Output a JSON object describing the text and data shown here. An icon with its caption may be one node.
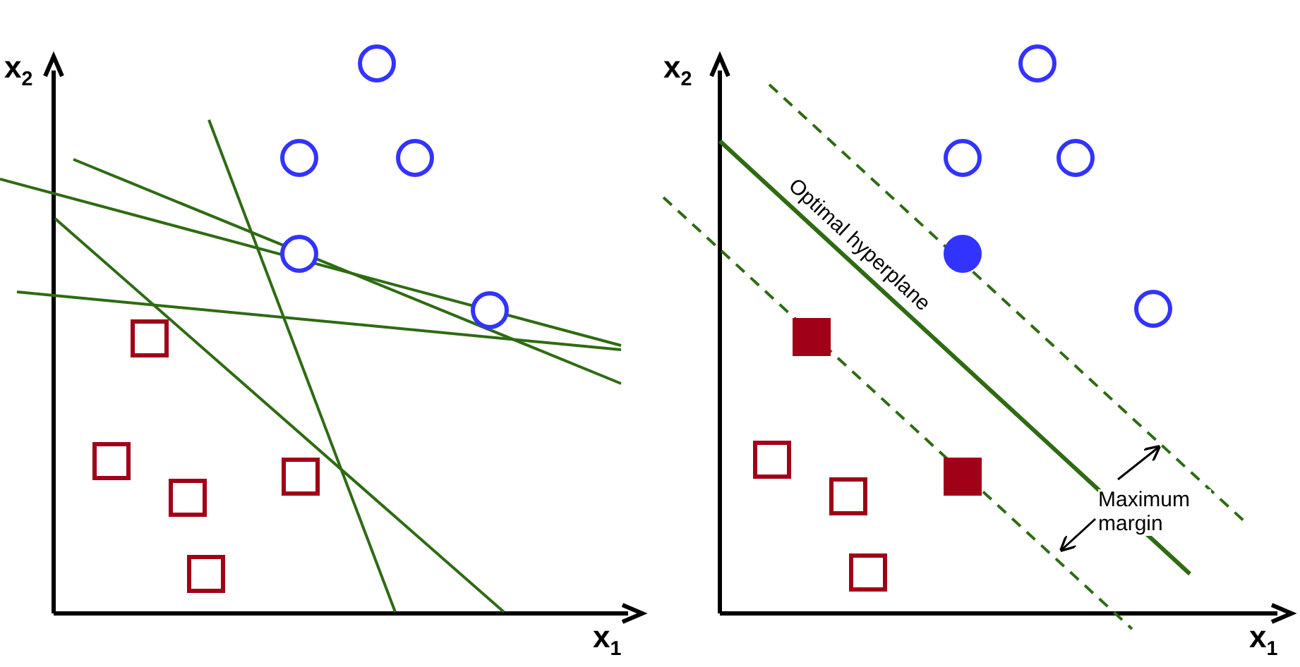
{
  "diagram": {
    "labels": [
      "x$_{2}$",
      "x$_{1}$",
      "x$_{2}$",
      "x$_{1}$",
      "Optimal hyperplane",
      "Maximum margin"
    ]
  }
}
